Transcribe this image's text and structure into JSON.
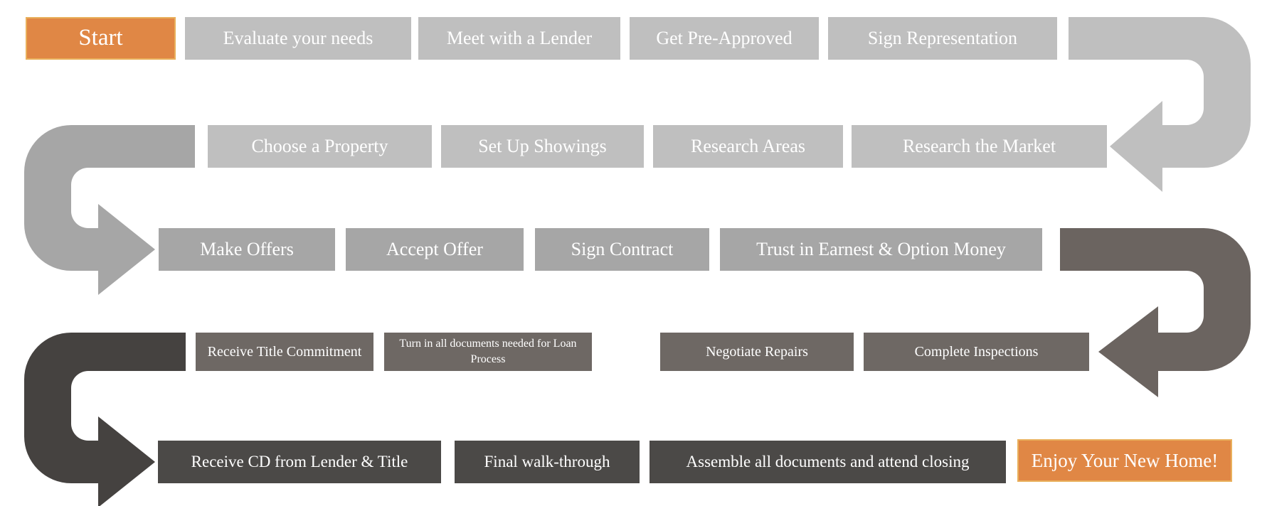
{
  "colors": {
    "background": "#FFFFFF",
    "text": "#FFFFFF",
    "orange": "#E08745",
    "orange_border": "#E9B05C",
    "light_gray": "#BFBFBF",
    "medium_gray": "#A6A6A6",
    "warm_gray": "#6E6864",
    "warm_gray_arrow": "#6B6460",
    "dark_gray": "#4B4947",
    "dark_gray_arrow": "#454240"
  },
  "flow": {
    "rows": [
      {
        "direction": "left-to-right",
        "items": [
          {
            "label": "Start",
            "variant": "orange"
          },
          {
            "label": "Evaluate your needs",
            "variant": "light"
          },
          {
            "label": "Meet with a Lender",
            "variant": "light"
          },
          {
            "label": "Get Pre-Approved",
            "variant": "light"
          },
          {
            "label": "Sign Representation",
            "variant": "light"
          }
        ]
      },
      {
        "direction": "right-to-left",
        "items": [
          {
            "label": "Choose a Property",
            "variant": "light"
          },
          {
            "label": "Set Up Showings",
            "variant": "light"
          },
          {
            "label": "Research Areas",
            "variant": "light"
          },
          {
            "label": "Research the Market",
            "variant": "light"
          }
        ]
      },
      {
        "direction": "left-to-right",
        "items": [
          {
            "label": "Make Offers",
            "variant": "medium"
          },
          {
            "label": "Accept Offer",
            "variant": "medium"
          },
          {
            "label": "Sign Contract",
            "variant": "medium"
          },
          {
            "label": "Trust in Earnest & Option Money",
            "variant": "medium"
          }
        ]
      },
      {
        "direction": "right-to-left",
        "items": [
          {
            "label": "Receive Title Commitment",
            "variant": "warm"
          },
          {
            "label": "Turn in all documents needed for Loan Process",
            "variant": "warm"
          },
          {
            "label": "Negotiate Repairs",
            "variant": "warm"
          },
          {
            "label": "Complete Inspections",
            "variant": "warm"
          }
        ]
      },
      {
        "direction": "left-to-right",
        "items": [
          {
            "label": "Receive CD from Lender & Title",
            "variant": "dark"
          },
          {
            "label": "Final walk-through",
            "variant": "dark"
          },
          {
            "label": "Assemble all documents and attend closing",
            "variant": "dark"
          },
          {
            "label": "Enjoy Your New Home!",
            "variant": "orange"
          }
        ]
      }
    ],
    "arrows": [
      {
        "from_row": 1,
        "to_row": 2,
        "side": "right",
        "color": "#BFBFBF"
      },
      {
        "from_row": 2,
        "to_row": 3,
        "side": "left",
        "color": "#A6A6A6"
      },
      {
        "from_row": 3,
        "to_row": 4,
        "side": "right",
        "color": "#6B6460"
      },
      {
        "from_row": 4,
        "to_row": 5,
        "side": "left",
        "color": "#454240"
      }
    ]
  }
}
